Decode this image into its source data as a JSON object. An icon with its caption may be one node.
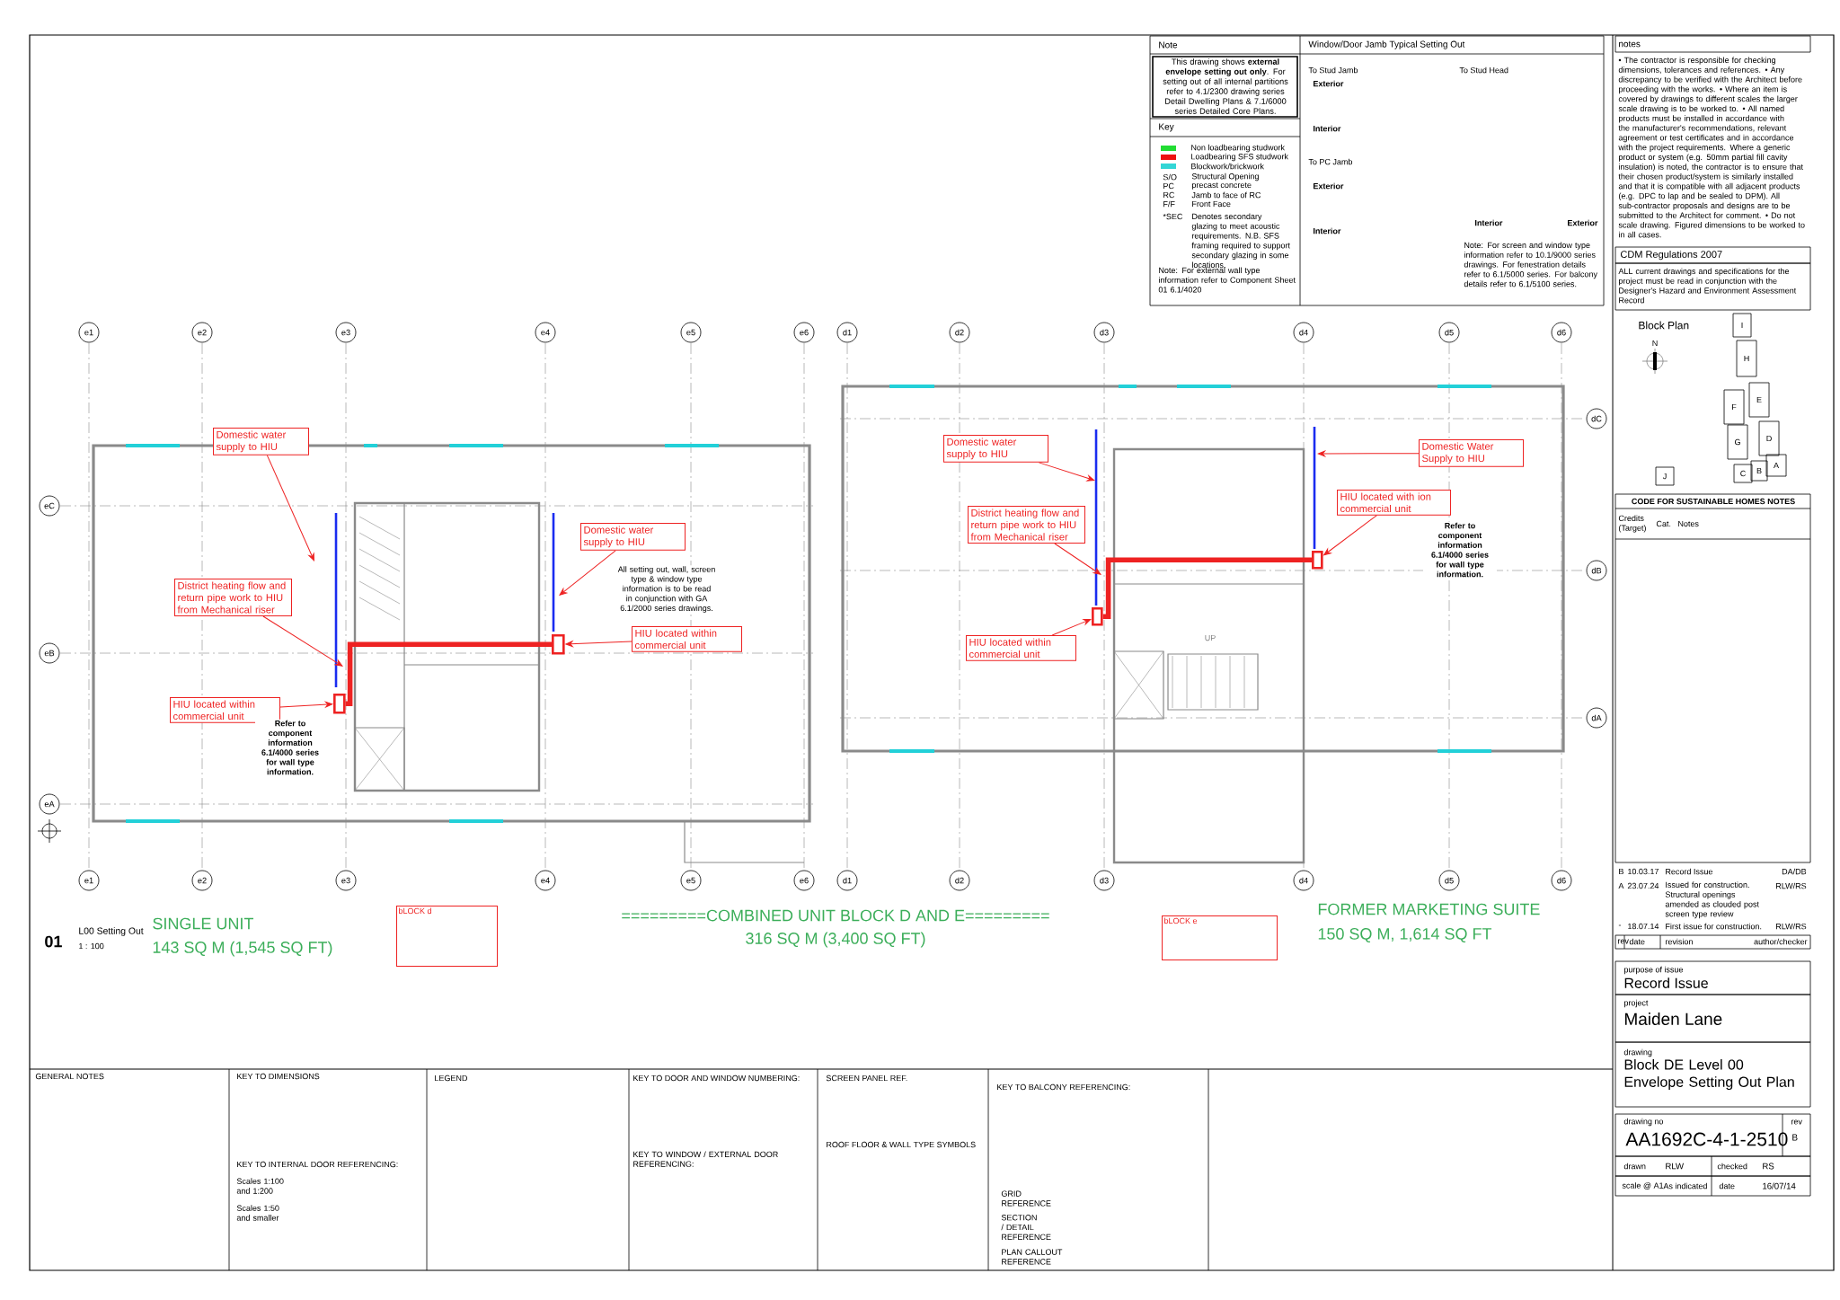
{
  "diagram": {
    "nodes": [
      {
        "text": [
          "Domestic water supply to HIU"
        ]
      },
      {
        "text": [
          "District heating flow and return pipe work to HIU from Mechanical riser"
        ]
      },
      {
        "text": [
          "HIU located within commercial unit"
        ]
      },
      {
        "text": [],
        "shape": "box"
      },
      {
        "text": [
          "Domestic water supply to HIU"
        ]
      },
      {
        "text": [
          "HIU located within commercial unit"
        ]
      },
      {
        "text": [],
        "shape": "box"
      },
      {
        "text": [
          "Domestic water supply to HIU"
        ]
      },
      {
        "text": [
          "District heating flow and return pipe work to HIU from Mechanical riser"
        ]
      },
      {
        "text": [
          "HIU located within commercial unit"
        ]
      },
      {
        "text": [],
        "shape": "box"
      },
      {
        "text": [
          "HIU located with ion commercial unit"
        ]
      },
      {
        "text": [],
        "shape": "box"
      },
      {
        "text": [
          "Domestic Water Supply to HIU"
        ]
      },
      {
        "text": [
          "bLOCK d"
        ]
      },
      {
        "text": [
          "bLOCK e"
        ]
      }
    ],
    "edges": [
      {
        "from": 0,
        "to": null,
        "arrow": "to"
      },
      {
        "from": 1,
        "to": null,
        "arrow": "to"
      },
      {
        "from": 2,
        "to": 3,
        "arrow": "to"
      },
      {
        "from": 4,
        "to": null,
        "arrow": "to"
      },
      {
        "from": 5,
        "to": 6,
        "arrow": "to"
      },
      {
        "from": 7,
        "to": null,
        "arrow": "to"
      },
      {
        "from": 8,
        "to": null,
        "arrow": "to"
      },
      {
        "from": 9,
        "to": 10,
        "arrow": "to"
      },
      {
        "from": 11,
        "to": 12,
        "arrow": "to"
      },
      {
        "from": 13,
        "to": null,
        "arrow": "to"
      },
      {
        "from": 3,
        "to": 6,
        "arrow": "none",
        "style": "thick"
      },
      {
        "from": 10,
        "to": 12,
        "arrow": "none",
        "style": "thick"
      }
    ],
    "labels": [
      "Note",
      "This drawing shows **external envelope setting out only**. For setting out of all internal partitions refer to 4.1/2300 drawing series Detail Dwelling Plans & 7.1/6000 series Detailed Core Plans.",
      "Key",
      "S/O",
      "Structural Opening",
      "PC",
      "precast concrete",
      "RC",
      "Jamb to face of RC",
      "F/F",
      "Front Face",
      "*SEC",
      "Denotes secondary glazing to meet acoustic requirements. N.B. SFS framing required to support secondary glazing in some locations.",
      "Note: For external wall type information refer to Component Sheet 01 6.1/4020",
      "Window/Door Jamb Typical Setting Out",
      "To Stud Jamb",
      "To Stud Head",
      "To PC Jamb",
      "Exterior",
      "Interior",
      "Exterior",
      "Interior",
      "Interior",
      "Exterior",
      "Note: For screen and window type information refer to 10.1/9000 series drawings. For fenestration details refer to 6.1/5000 series. For balcony details refer to 6.1/5100 series.",
      "notes",
      "• The contractor is responsible for checking dimensions, tolerances and references. • Any discrepancy to be verified with the Architect before proceeding with the works. • Where an item is covered by drawings to different scales the larger scale drawing is to be worked to. • All named products must be installed in accordance with the manufacturer's recommendations, relevant agreement or test certificates and in accordance with the project requirements. Where a generic product or system (e.g. 50mm partial fill cavity insulation) is noted, the contractor is to ensure that their chosen product/system is similarly installed and that it is compatible with all adjacent products (e.g. DPC to lap and be sealed to DPM). All sub-contractor proposals and designs are to be submitted to the Architect for comment. • Do not scale drawing. Figured dimensions to be worked to in all cases.",
      "CDM Regulations 2007",
      "ALL current drawings and specifications for the project must be read in conjunction with the Designer's Hazard and Environment Assessment Record",
      "Block Plan",
      "N",
      "I",
      "H",
      "E",
      "F",
      "D",
      "G",
      "C",
      "B",
      "A",
      "J",
      "CODE FOR SUSTAINABLE HOMES NOTES",
      "Credits (Target)",
      "Cat.",
      "Notes",
      "B",
      "10.03.17",
      "Record Issue",
      "DA/DB",
      "A",
      "23.07.24",
      "Issued for construction. Structural openings amended as clouded post screen type review",
      "RLW/RS",
      "-",
      "18.07.14",
      "First issue for construction.",
      "RLW/RS",
      "rev",
      "date",
      "revision",
      "author/checker",
      "purpose of issue",
      "Record Issue",
      "project",
      "Maiden Lane",
      "drawing",
      "Block DE Level 00 Envelope Setting Out Plan",
      "drawing no",
      "AA1692C-4-1-2510",
      "rev",
      "B",
      "drawn",
      "RLW",
      "checked",
      "RS",
      "scale @ A1",
      "As indicated",
      "date",
      "16/07/14",
      "01",
      "L00 Setting Out",
      "1 : 100",
      "SINGLE UNIT",
      "143 SQ M (1,545 SQ FT)",
      "=========COMBINED UNIT BLOCK D AND E=========",
      "316 SQ M (3,400 SQ FT)",
      "FORMER MARKETING SUITE",
      "150 SQ M, 1,614 SQ FT",
      "e1",
      "e2",
      "e3",
      "e4",
      "e5",
      "e6",
      "d1",
      "d2",
      "d3",
      "d4",
      "d5",
      "d6",
      "e1",
      "e2",
      "e3",
      "e4",
      "e5",
      "e6",
      "d1",
      "d2",
      "d3",
      "d4",
      "d5",
      "d6",
      "eC",
      "eB",
      "eA",
      "dC",
      "dB",
      "dA",
      "All setting out, wall, screen type & window type information is to be read in conjunction with GA 6.1/2000 series drawings.",
      "Refer to component information 6.1/4000 series for wall type information.",
      "Refer to component information 6.1/4000 series for wall type information.",
      "UP",
      "GENERAL NOTES",
      "KEY TO DIMENSIONS",
      "LEGEND",
      "KEY TO INTERNAL DOOR REFERENCING:",
      "Scales 1:100 and 1:200",
      "Scales 1:50 and smaller",
      "KEY TO DOOR AND WINDOW NUMBERING:",
      "KEY TO WINDOW / EXTERNAL DOOR REFERENCING:",
      "SCREEN PANEL REF.",
      "ROOF FLOOR & WALL TYPE SYMBOLS",
      "KEY TO BALCONY REFERENCING:",
      "GRID REFERENCE",
      "SECTION / DETAIL REFERENCE",
      "PLAN CALLOUT REFERENCE"
    ],
    "legend": [
      {
        "text": "Non loadbearing studwork",
        "color": "#22dd33"
      },
      {
        "text": "Loadbearing SFS studwork",
        "color": "#ee1111"
      },
      {
        "text": "Blockwork/brickwork",
        "color": "#33d6d6"
      }
    ]
  }
}
